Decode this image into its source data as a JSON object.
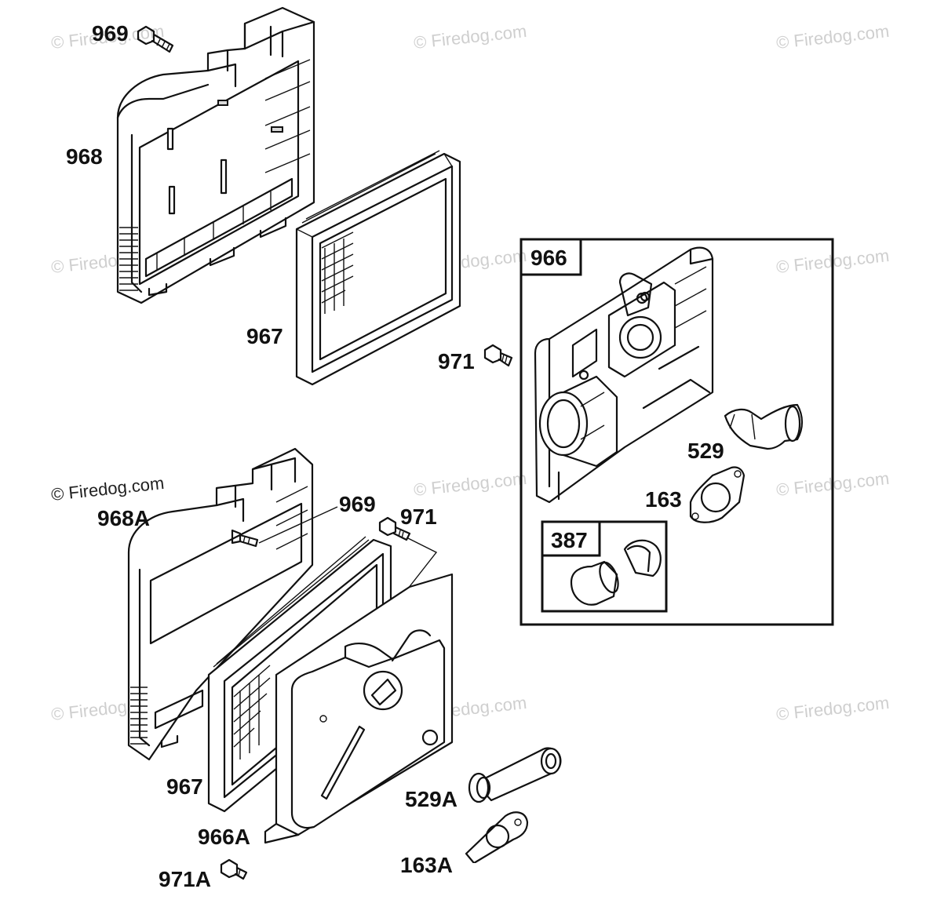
{
  "diagram": {
    "labels": {
      "p969_top": "969",
      "p968": "968",
      "p967_top": "967",
      "p971_mid": "971",
      "p966": "966",
      "p529": "529",
      "p163": "163",
      "p387": "387",
      "p968A": "968A",
      "p969_low": "969",
      "p971_low": "971",
      "p967_low": "967",
      "p966A": "966A",
      "p529A": "529A",
      "p163A": "163A",
      "p971A": "971A"
    },
    "watermark": "© Firedog.com"
  }
}
